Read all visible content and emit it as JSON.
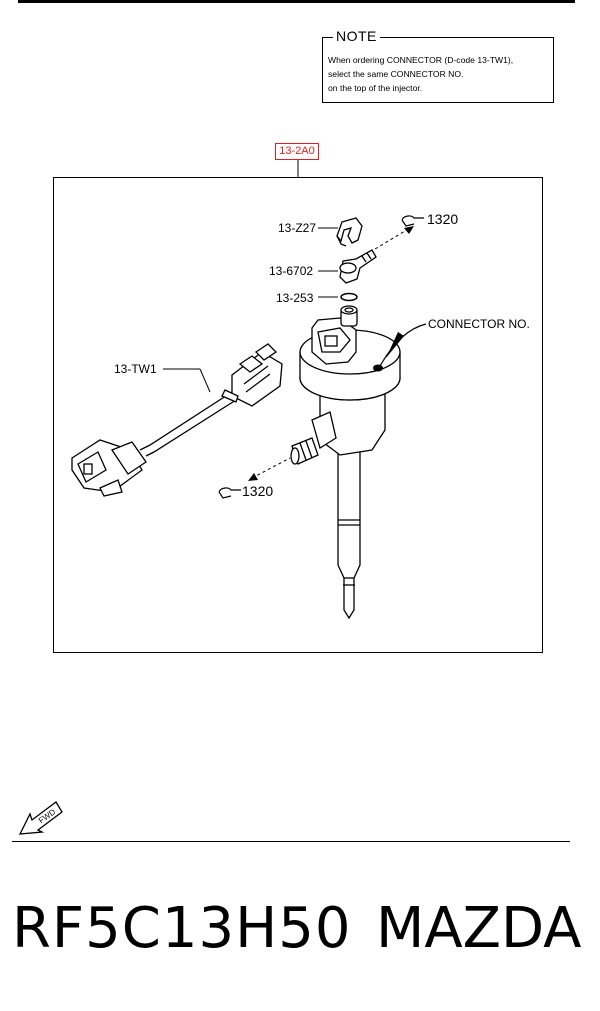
{
  "note": {
    "title": "NOTE",
    "lines": [
      "When ordering CONNECTOR (D-code 13-TW1),",
      "select the same CONNECTOR NO.",
      "on the top of the injector."
    ]
  },
  "assembly": {
    "code": "13-2A0"
  },
  "callouts": {
    "clip": "13-Z27",
    "fitting": "13-6702",
    "oring": "13-253",
    "connector_no": "CONNECTOR NO.",
    "harness": "13-TW1",
    "ref_upper": "1320",
    "ref_lower": "1320"
  },
  "fwd": {
    "label": "FWD"
  },
  "footer": {
    "part_number": "RF5C13H50",
    "brand": "MAZDA"
  }
}
